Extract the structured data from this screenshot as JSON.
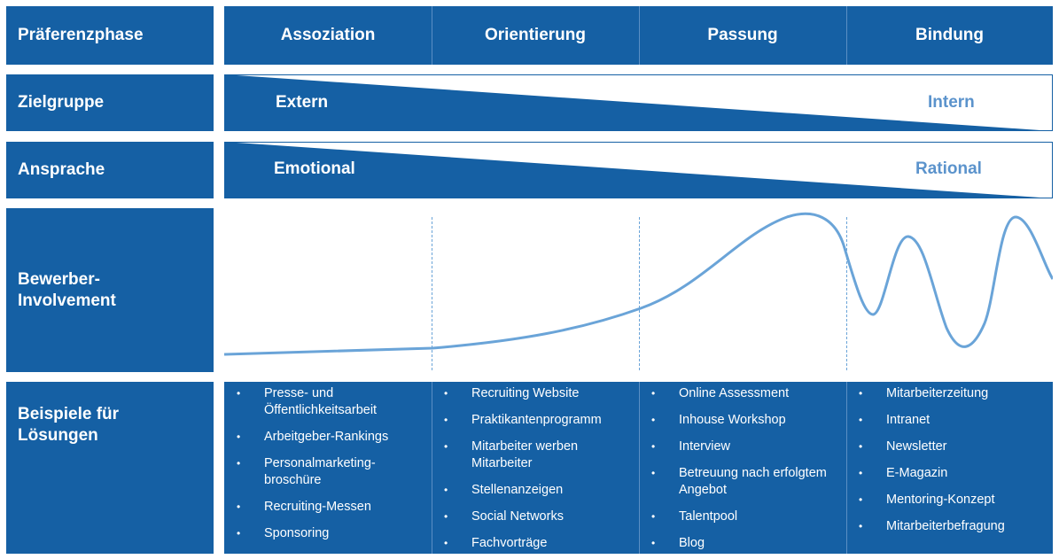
{
  "header": {
    "label": "Präferenzphase",
    "phases": [
      "Assoziation",
      "Orientierung",
      "Passung",
      "Bindung"
    ]
  },
  "zielgruppe": {
    "label": "Zielgruppe",
    "left": "Extern",
    "right": "Intern"
  },
  "ansprache": {
    "label": "Ansprache",
    "left": "Emotional",
    "right": "Rational"
  },
  "involvement": {
    "label_line1": "Bewerber-",
    "label_line2": "Involvement"
  },
  "solutions": {
    "label_line1": "Beispiele für",
    "label_line2": "Lösungen",
    "columns": [
      {
        "items": [
          "Presse- und Öffentlichkeitsarbeit",
          "Arbeitgeber-Rankings",
          "Personalmarketing-broschüre",
          "Recruiting-Messen",
          "Sponsoring"
        ]
      },
      {
        "items": [
          "Recruiting Website",
          "Praktikantenprogramm",
          "Mitarbeiter werben Mitarbeiter",
          "Stellenanzeigen",
          "Social Networks",
          "Fachvorträge"
        ]
      },
      {
        "items": [
          "Online Assessment",
          "Inhouse Workshop",
          "Interview",
          "Betreuung nach erfolgtem Angebot",
          "Talentpool",
          "Blog"
        ]
      },
      {
        "items": [
          "Mitarbeiterzeitung",
          "Intranet",
          "Newsletter",
          "E-Magazin",
          "Mentoring-Konzept",
          "Mitarbeiterbefragung"
        ]
      }
    ]
  },
  "colors": {
    "primary": "#1560a4",
    "light_text": "#5b93cc",
    "curve": "#6aa4d8"
  }
}
